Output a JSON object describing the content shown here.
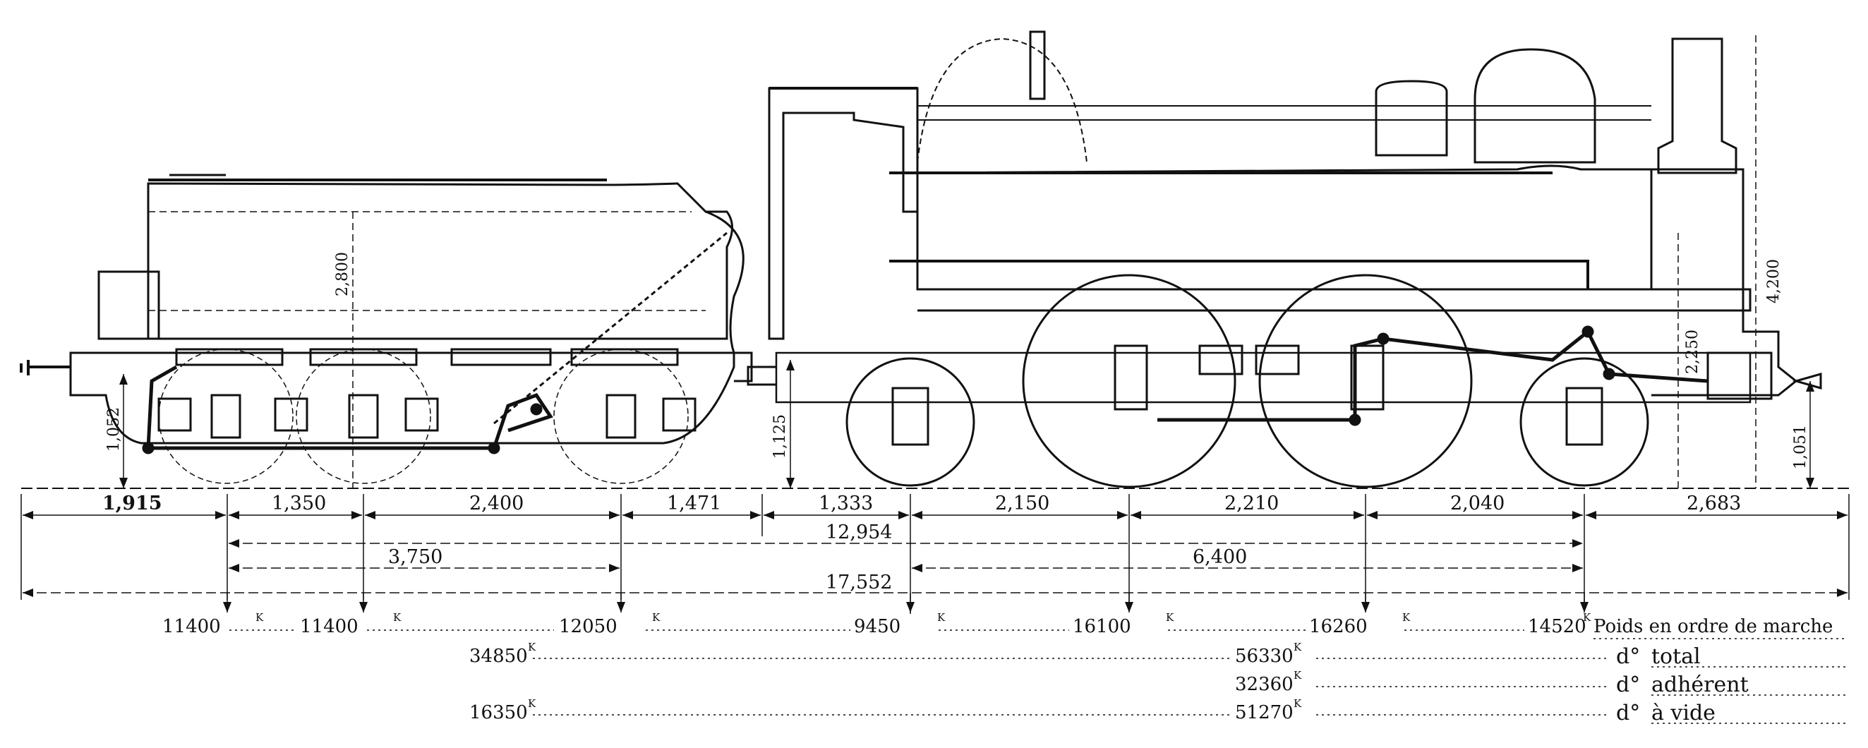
{
  "dimensions": {
    "overhang_rear": "1,915",
    "tender_axle_spacing_1": "1,350",
    "tender_axle_spacing_2": "2,400",
    "tender_to_loco": "1,471",
    "loco_rear_to_axle1": "1,333",
    "loco_axle_spacing_1": "2,150",
    "loco_axle_spacing_2": "2,210",
    "loco_axle_spacing_3": "2,040",
    "overhang_front": "2,683",
    "wheelbase_total": "12,954",
    "tender_wheelbase": "3,750",
    "loco_wheelbase": "6,400",
    "overall_length": "17,552",
    "tender_height": "2,800",
    "loco_height": "4,200",
    "buffer_height_rear": "1,052",
    "buffer_height_front": "1,051",
    "drawbar_height": "1,125",
    "boiler_axis": "2,250"
  },
  "axle_loads": [
    "11400",
    "11400",
    "12050",
    "9450",
    "16100",
    "16260",
    "14520"
  ],
  "weight_unit": "K",
  "weight_rows": {
    "marche_label": "Poids en ordre de marche",
    "total": {
      "label": "total",
      "tender": "34850",
      "loco": "56330"
    },
    "adherent": {
      "label": "adhérent",
      "loco": "32360"
    },
    "vide": {
      "label": "à vide",
      "tender": "16350",
      "loco": "51270"
    },
    "ditto": "d°"
  }
}
